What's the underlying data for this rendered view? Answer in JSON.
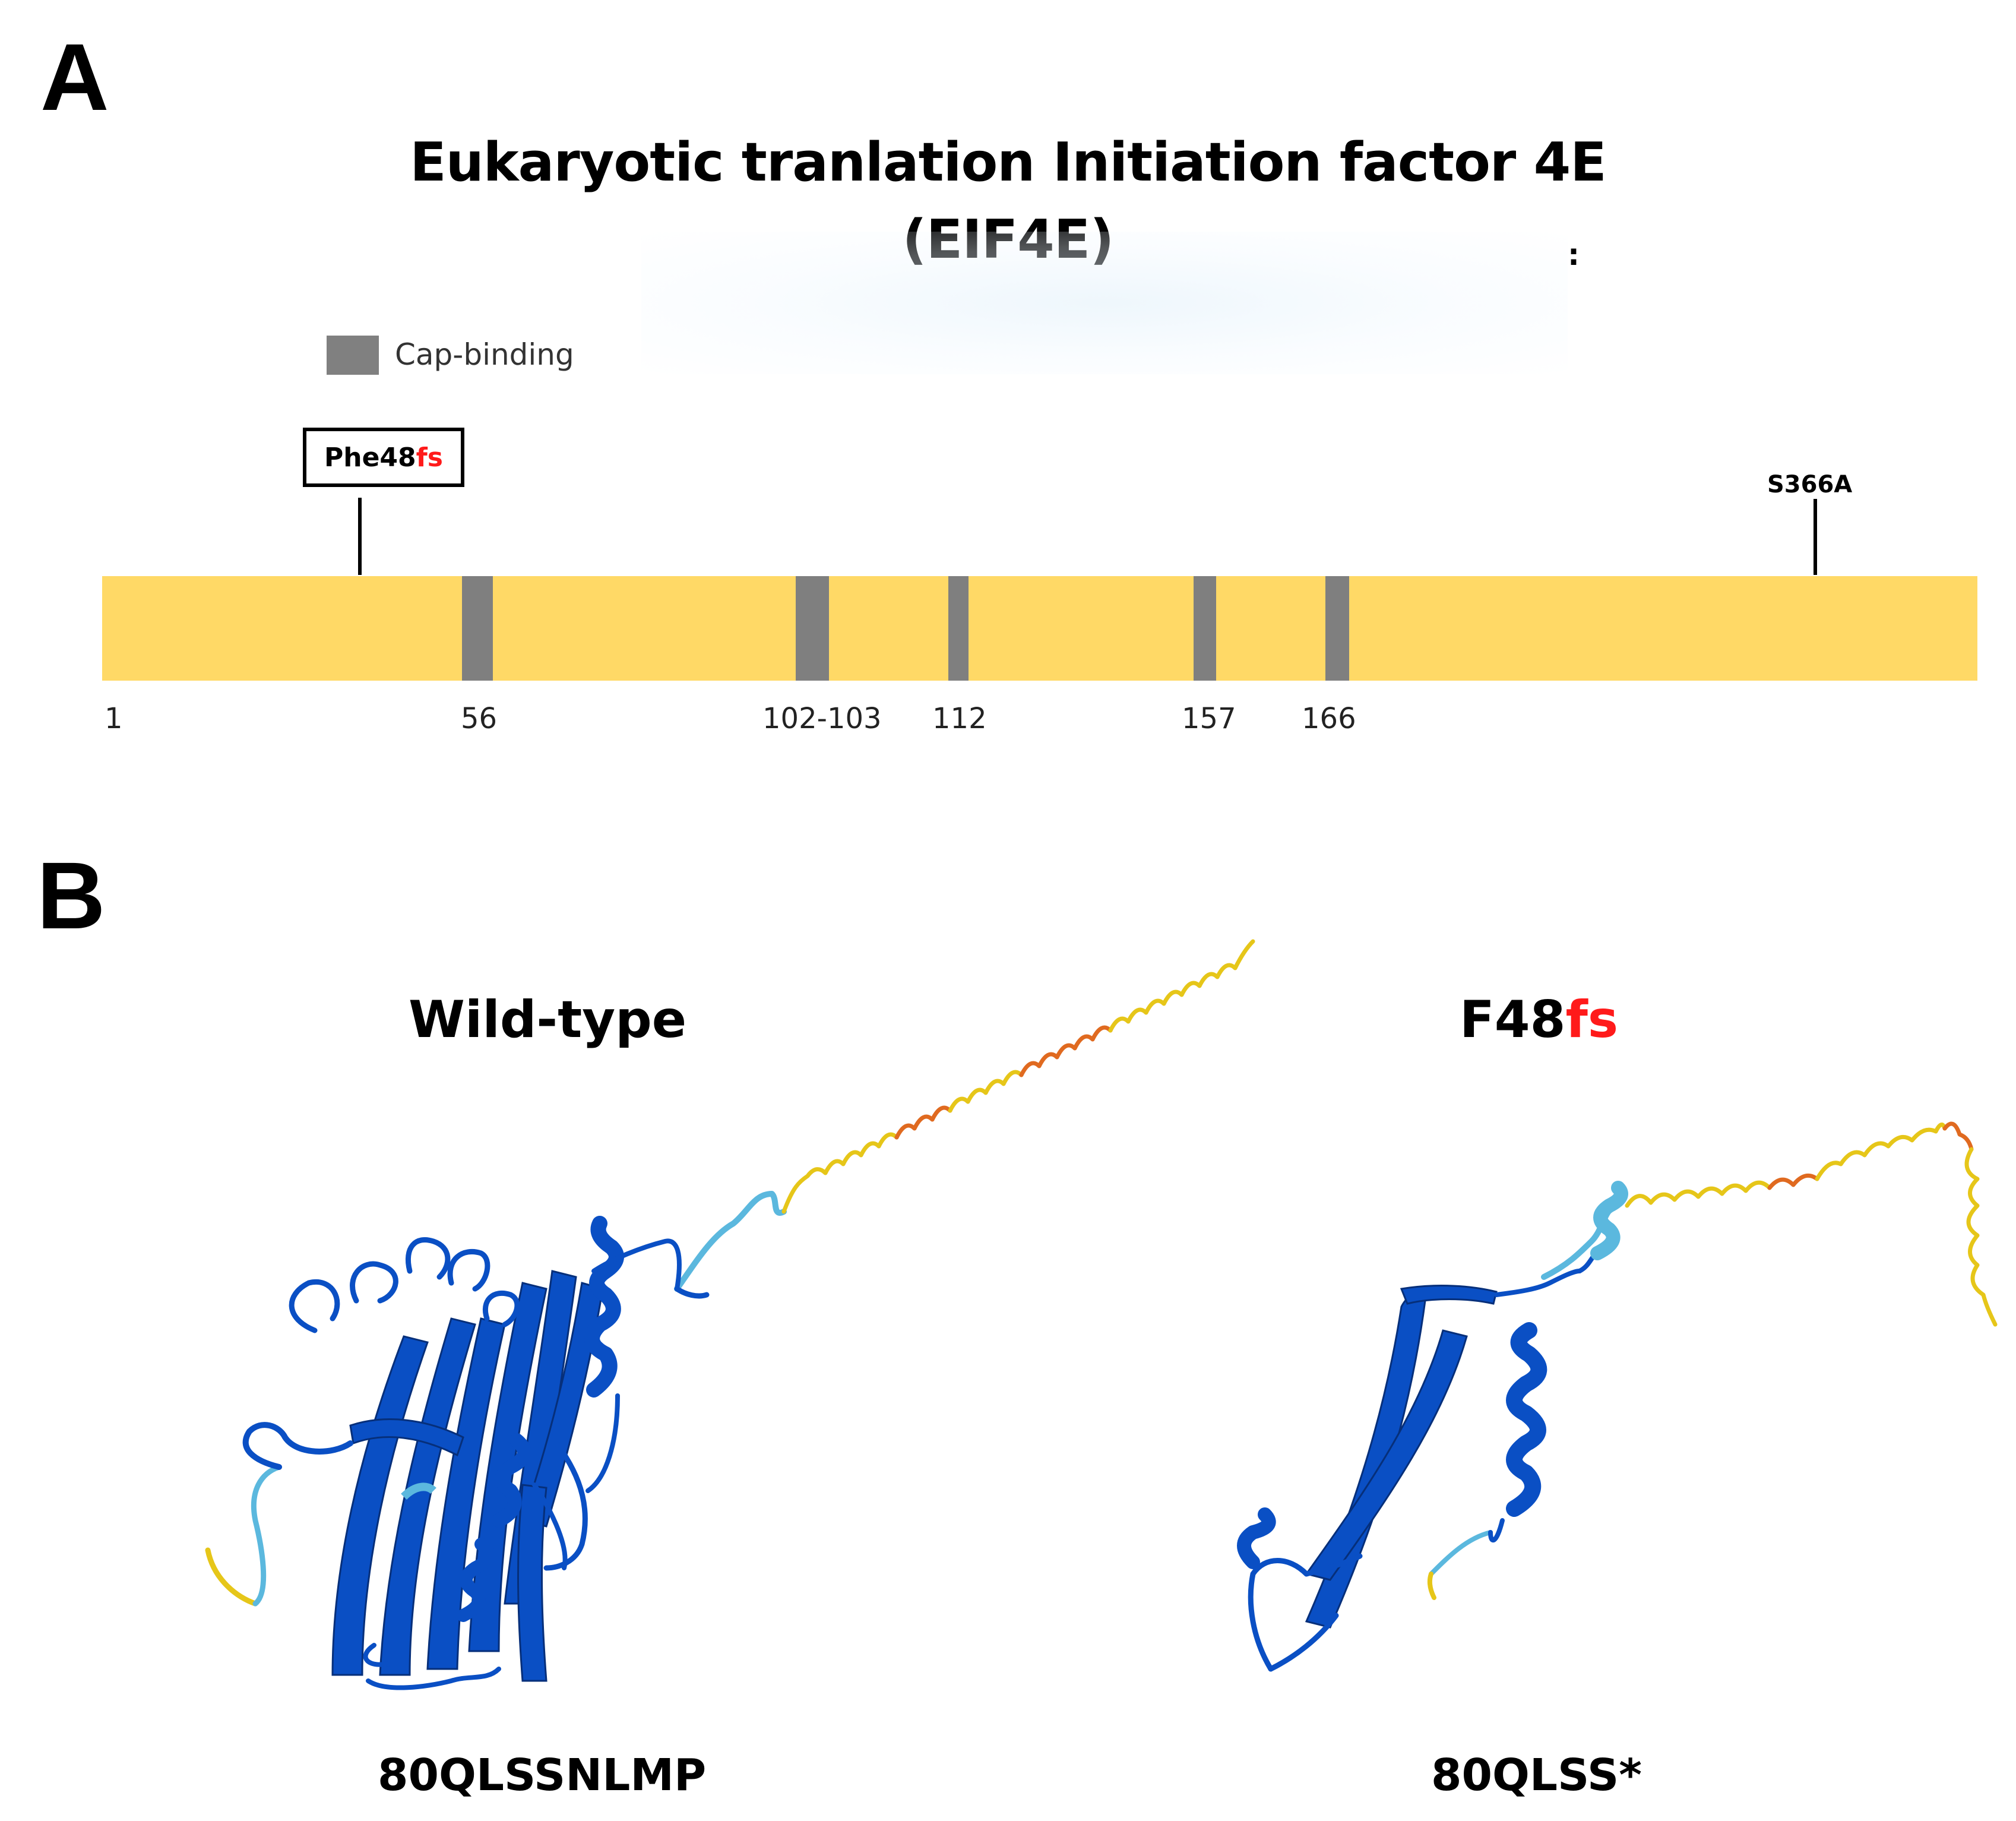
{
  "panel_a": {
    "letter": "A",
    "title_line1": "Eukaryotic tranlation Initiation factor 4E",
    "title_line2": "(EIF4E)",
    "stray_mark": ":",
    "legend": {
      "label": "Cap-binding",
      "color": "#808080"
    },
    "mutation": {
      "prefix": "Phe48",
      "suffix": "fs"
    },
    "site": {
      "label": "S366A"
    },
    "bar_color": "#ffd966",
    "positions": [
      "1",
      "56",
      "102-103",
      "112",
      "157",
      "166"
    ]
  },
  "panel_b": {
    "letter": "B",
    "wild_type": {
      "heading": "Wild-type",
      "sequence": "80QLSSNLMP"
    },
    "mutant": {
      "heading_prefix": "F48",
      "heading_suffix": "fs",
      "sequence": "80QLSS*"
    },
    "colors": {
      "core": "#0a4fc4",
      "light": "#5bb8de",
      "yellow": "#e6c619",
      "orange": "#e06a20",
      "accent": "#ff1a1a"
    }
  }
}
